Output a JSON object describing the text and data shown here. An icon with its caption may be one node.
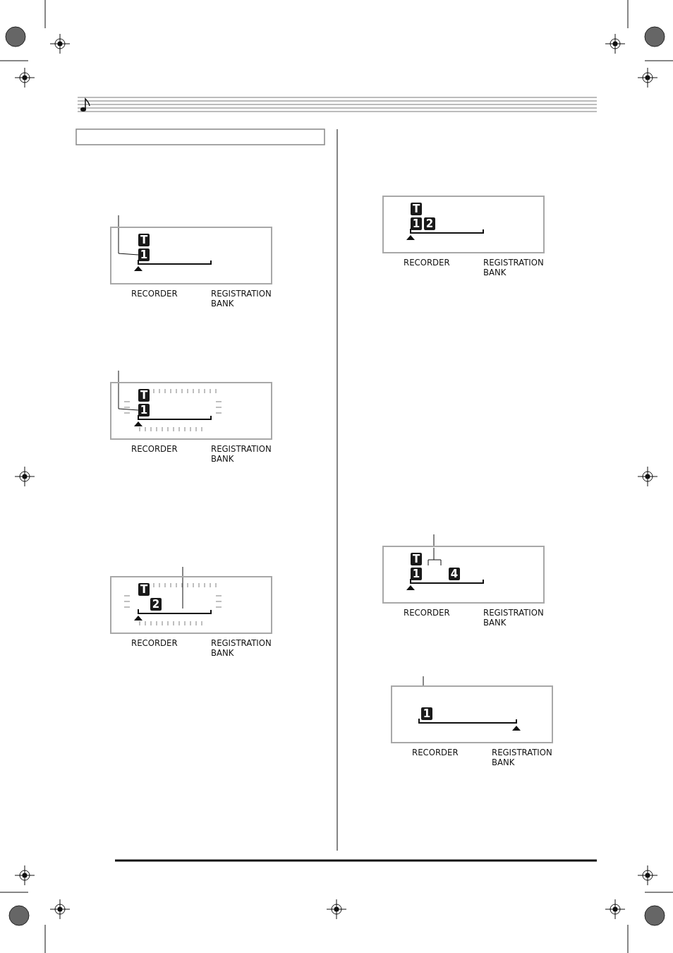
{
  "diagram": {
    "nodes": [
      {
        "text": [],
        "shape": "box",
        "beside": [
          "RECORDER",
          "REGISTRATION BANK"
        ]
      },
      {
        "text": [
          "T"
        ],
        "in": 0
      },
      {
        "text": [
          "1"
        ],
        "in": 0
      },
      {
        "text": [],
        "shape": "box",
        "beside": [
          "RECORDER",
          "REGISTRATION BANK"
        ]
      },
      {
        "text": [
          "T"
        ],
        "in": 3
      },
      {
        "text": [
          "1"
        ],
        "in": 3
      },
      {
        "text": [],
        "shape": "box",
        "beside": [
          "RECORDER",
          "REGISTRATION BANK"
        ]
      },
      {
        "text": [
          "T"
        ],
        "in": 6
      },
      {
        "text": [
          "2"
        ],
        "in": 6
      },
      {
        "text": [],
        "shape": "box",
        "beside": [
          "RECORDER",
          "REGISTRATION BANK"
        ]
      },
      {
        "text": [
          "T"
        ],
        "in": 9
      },
      {
        "text": [
          "1"
        ],
        "in": 9
      },
      {
        "text": [
          "2"
        ],
        "in": 9
      },
      {
        "text": [],
        "shape": "box",
        "beside": [
          "RECORDER",
          "REGISTRATION BANK"
        ]
      },
      {
        "text": [
          "T"
        ],
        "in": 13
      },
      {
        "text": [
          "1"
        ],
        "in": 13
      },
      {
        "text": [
          "4"
        ],
        "in": 13
      },
      {
        "text": [],
        "shape": "box",
        "beside": [
          "RECORDER",
          "REGISTRATION BANK"
        ]
      },
      {
        "text": [
          "1"
        ],
        "in": 17
      }
    ],
    "edges": [
      {
        "from": null,
        "to": 2,
        "arrow": "none"
      },
      {
        "from": null,
        "to": 5,
        "arrow": "none"
      },
      {
        "from": null,
        "to": 6,
        "arrow": "none"
      },
      {
        "from": null,
        "to": 13,
        "arrow": "none"
      },
      {
        "from": null,
        "to": 17,
        "arrow": "none"
      }
    ]
  }
}
